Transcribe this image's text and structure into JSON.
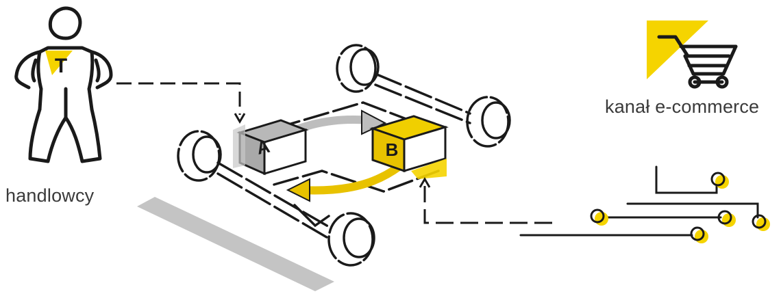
{
  "labels": {
    "sales": "handlowcy",
    "ecommerce": "kanał e-commerce"
  },
  "boxes": {
    "a": "A",
    "b": "B"
  },
  "badge": "T",
  "colors": {
    "accent": "#f5d400",
    "gold": "#e8c200",
    "ink": "#1a1a1a",
    "grey": "#bdbdbd",
    "text": "#3a3a3a"
  },
  "icons": [
    "salesperson-icon",
    "shopping-cart-icon",
    "circuit-icon",
    "chassis-icon"
  ]
}
